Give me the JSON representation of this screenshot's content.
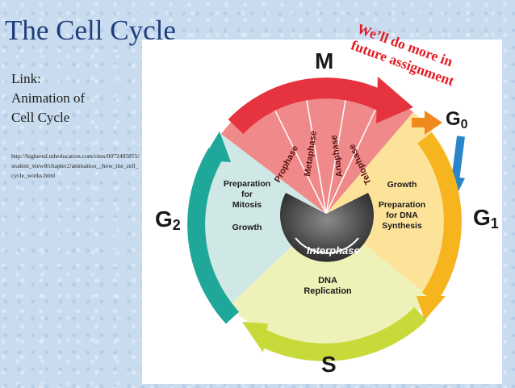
{
  "slide": {
    "title": "The Cell Cycle",
    "link_lines": [
      "Link:",
      "Animation of",
      "Cell Cycle"
    ],
    "url": "http://highered.mheducation.com/sites/0072495855/student_view0/chapter2/animation__how_the_cell_cycle_works.html",
    "note_lines": [
      "We’ll do more in",
      "future assignment"
    ]
  },
  "diagram": {
    "phase_labels": {
      "M": "M",
      "G0": "G0",
      "G0_main": "G",
      "G0_sub": "0",
      "G1_main": "G",
      "G1_sub": "1",
      "G2_main": "G",
      "G2_sub": "2",
      "S": "S"
    },
    "mitosis_stages": [
      "Prophase",
      "Metaphase",
      "Anaphase",
      "Telophase"
    ],
    "g2_text": [
      "Preparation",
      "for",
      "Mitosis",
      "Growth"
    ],
    "g1_text": [
      "Growth",
      "Preparation",
      "for DNA",
      "Synthesis"
    ],
    "s_text": [
      "DNA",
      "Replication"
    ],
    "center": "Interphase",
    "colors": {
      "m_arrow": "#e63340",
      "m_sector": "#f08a8a",
      "g1_arrow": "#f6b41e",
      "g1_sector": "#fde39a",
      "s_arrow": "#c8d93a",
      "s_sector": "#eef2b8",
      "g2_arrow": "#1fa79a",
      "g2_sector": "#cfe8e5",
      "g0_arrow": "#f08a1c",
      "g0_down": "#2a86c9",
      "note": "#e21b23",
      "title": "#1f3d7a"
    }
  }
}
